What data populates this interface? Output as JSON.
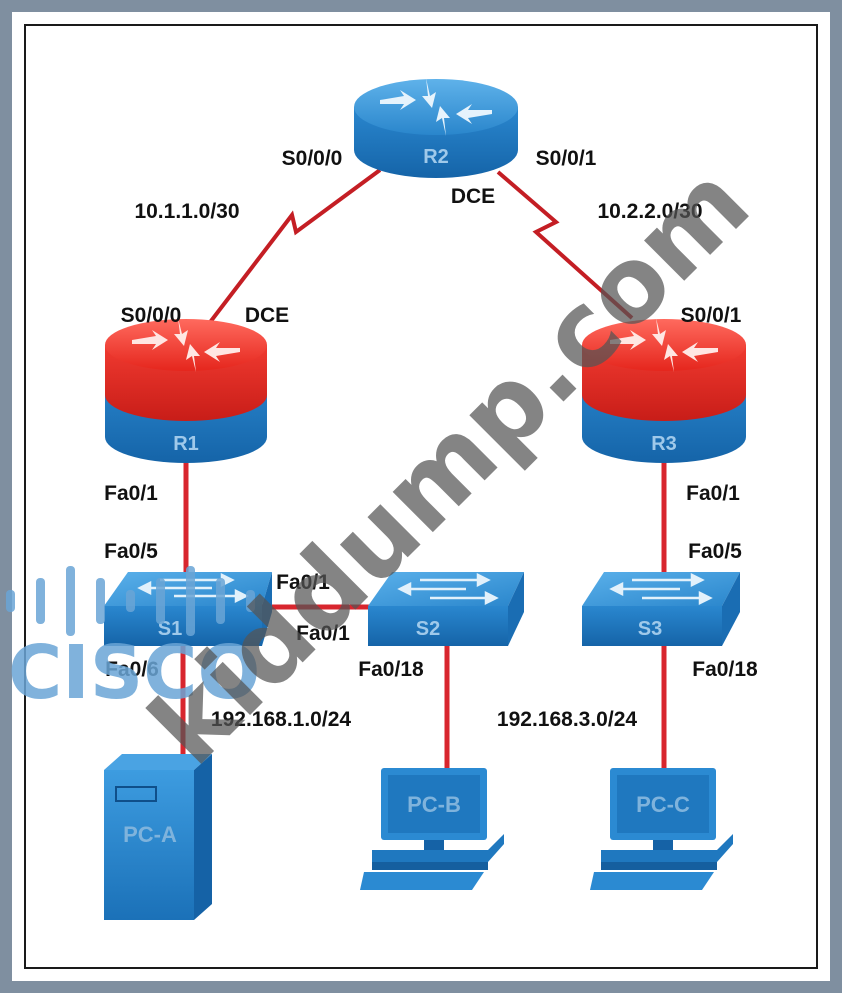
{
  "devices": {
    "r1": "R1",
    "r2": "R2",
    "r3": "R3",
    "s1": "S1",
    "s2": "S2",
    "s3": "S3",
    "pca": "PC-A",
    "pcb": "PC-B",
    "pcc": "PC-C"
  },
  "interfaces": {
    "r2_s000": "S0/0/0",
    "r2_s001": "S0/0/1",
    "r2_dce": "DCE",
    "r1_s000": "S0/0/0",
    "r1_dce": "DCE",
    "r3_s001": "S0/0/1",
    "r1_fa01": "Fa0/1",
    "s1_fa05": "Fa0/5",
    "s1_fa06": "Fa0/6",
    "s1_fa01": "Fa0/1",
    "s2_fa01": "Fa0/1",
    "s2_fa018": "Fa0/18",
    "r3_fa01": "Fa0/1",
    "s3_fa05": "Fa0/5",
    "s3_fa018": "Fa0/18"
  },
  "networks": {
    "r1_r2": "10.1.1.0/30",
    "r2_r3": "10.2.2.0/30",
    "lan1": "192.168.1.0/24",
    "lan3": "192.168.3.0/24"
  },
  "watermark": {
    "text": "kiddump.com",
    "logo_text": "CISCO"
  },
  "colors": {
    "device_blue": "#1f7fc8",
    "router_red": "#e8342c",
    "link_red": "#d8262e",
    "serial_link": "#c41e24"
  },
  "icons": {
    "router": "router-icon",
    "switch": "switch-icon",
    "pc": "pc-icon",
    "server": "tower-pc-icon"
  }
}
